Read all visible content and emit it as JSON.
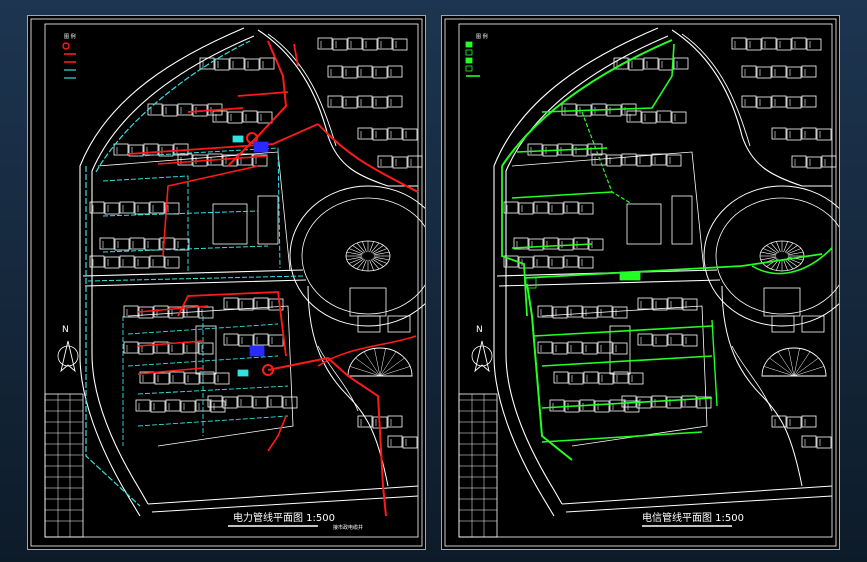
{
  "colors": {
    "background": "#12263a",
    "sheet_bg": "#000000",
    "building": "#ffffff",
    "road": "#ffffff",
    "power_line": "#ff1a1a",
    "water_line": "#33e0e0",
    "telecom_line": "#22ff22",
    "marker": "#2a2aff"
  },
  "left_drawing": {
    "title": "电力管线平面图 1:500",
    "north_label": "N",
    "legend_title": "图 例",
    "bottom_note": "接市政电缆井"
  },
  "right_drawing": {
    "title": "电信管线平面图 1:500",
    "north_label": "N",
    "legend_title": "图 例"
  }
}
